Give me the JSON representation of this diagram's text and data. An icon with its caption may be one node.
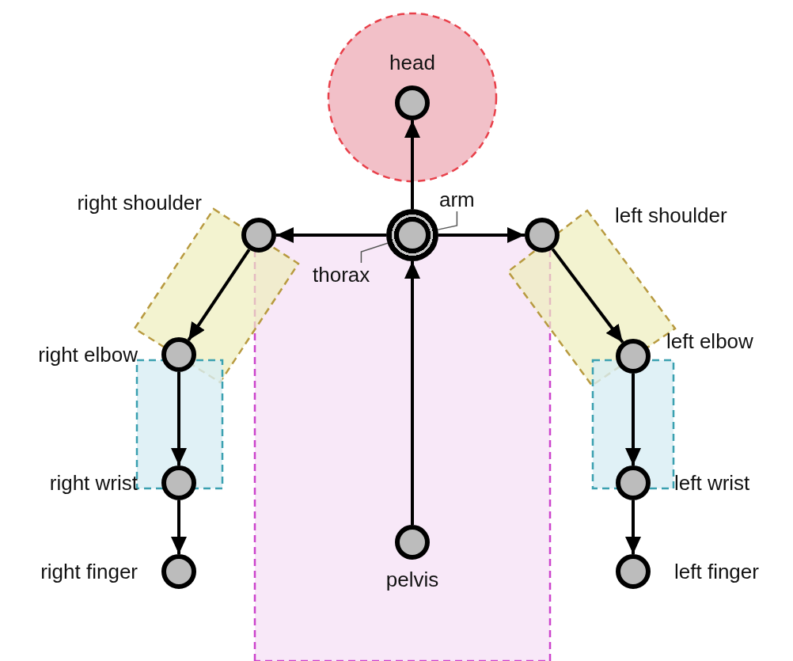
{
  "diagram": {
    "nodes": [
      {
        "text": [
          "head"
        ]
      },
      {
        "text": [
          "right shoulder"
        ]
      },
      {
        "text": [],
        "shape": "circle"
      },
      {
        "text": [],
        "shape": "circle",
        "in": 2
      },
      {
        "text": [
          "arm"
        ]
      },
      {
        "text": [
          "thorax"
        ]
      },
      {
        "text": [
          "left shoulder"
        ]
      },
      {
        "text": [
          "right elbow"
        ]
      },
      {
        "text": [
          "left elbow"
        ]
      },
      {
        "text": [
          "right wrist"
        ]
      },
      {
        "text": [
          "left wrist"
        ]
      },
      {
        "text": [
          "pelvis"
        ]
      },
      {
        "text": [
          "right finger"
        ]
      },
      {
        "text": [
          "left finger"
        ]
      }
    ],
    "edges": [
      {
        "from": 11,
        "to": 2,
        "arrow": "to"
      },
      {
        "from": 2,
        "to": 0,
        "arrow": "to"
      },
      {
        "from": 2,
        "to": 1,
        "arrow": "to"
      },
      {
        "from": 2,
        "to": 6,
        "arrow": "to"
      },
      {
        "from": 1,
        "to": 7,
        "arrow": "to"
      },
      {
        "from": 7,
        "to": 9,
        "arrow": "to"
      },
      {
        "from": 9,
        "to": 12,
        "arrow": "to"
      },
      {
        "from": 6,
        "to": 8,
        "arrow": "to"
      },
      {
        "from": 8,
        "to": 10,
        "arrow": "to"
      },
      {
        "from": 10,
        "to": 13,
        "arrow": "to"
      },
      {
        "from": 4,
        "to": 2,
        "arrow": "none"
      },
      {
        "from": 5,
        "to": 3,
        "arrow": "none"
      }
    ]
  }
}
